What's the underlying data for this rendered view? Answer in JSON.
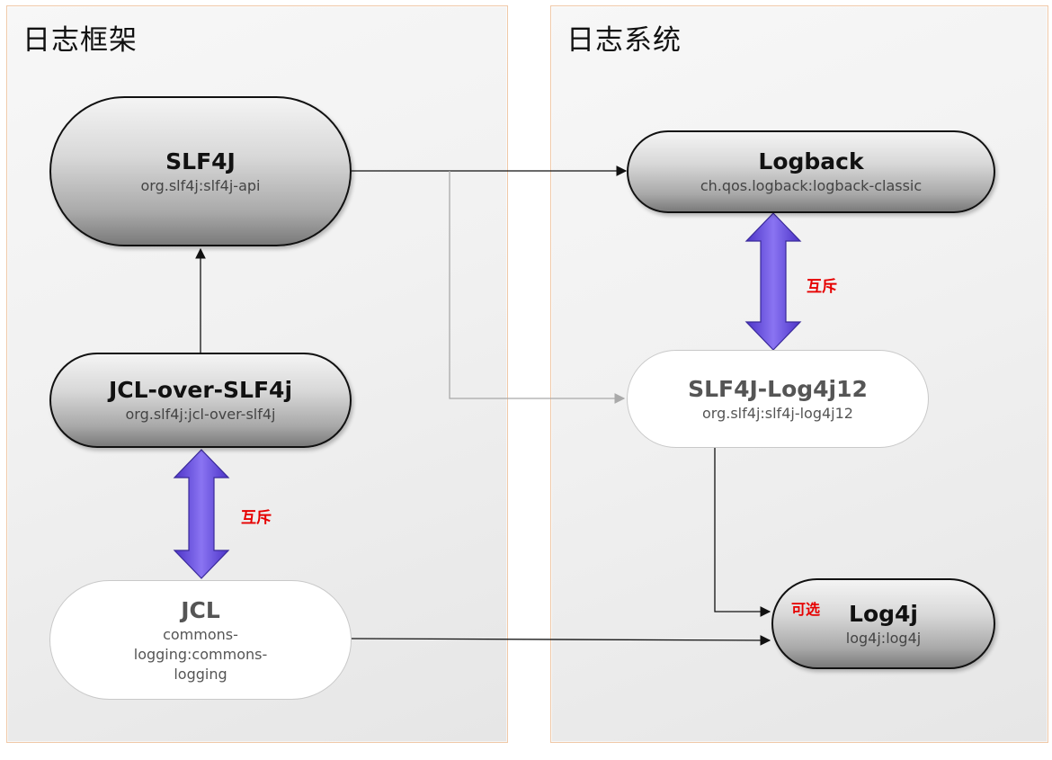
{
  "panels": {
    "left_title": "日志框架",
    "right_title": "日志系统"
  },
  "nodes": {
    "slf4j": {
      "title": "SLF4J",
      "subtitle": "org.slf4j:slf4j-api"
    },
    "jcl_over_slf4j": {
      "title": "JCL-over-SLF4j",
      "subtitle": "org.slf4j:jcl-over-slf4j"
    },
    "jcl": {
      "title": "JCL",
      "subtitle_lines": [
        "commons-",
        "logging:commons-",
        "logging"
      ]
    },
    "logback": {
      "title": "Logback",
      "subtitle": "ch.qos.logback:logback-classic"
    },
    "slf4j_log4j12": {
      "title": "SLF4J-Log4j12",
      "subtitle": "org.slf4j:slf4j-log4j12"
    },
    "log4j": {
      "title": "Log4j",
      "subtitle": "log4j:log4j"
    }
  },
  "labels": {
    "mutual_exclusion_left": "互斥",
    "mutual_exclusion_right": "互斥",
    "optional": "可选"
  },
  "colors": {
    "double_arrow_fill": "#6a52e0",
    "label_red": "#e60000"
  }
}
